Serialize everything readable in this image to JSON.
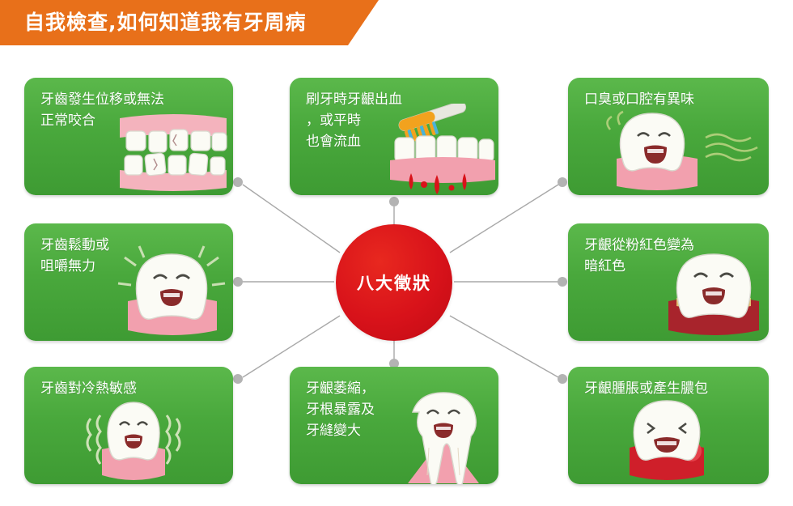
{
  "header": {
    "title": "自我檢查,如何知道我有牙周病",
    "bg_color": "#e8701a",
    "text_color": "#ffffff"
  },
  "center": {
    "label": "八大徵狀",
    "color": "#d8121a",
    "text_color": "#ffffff"
  },
  "theme": {
    "card_color": "#49a83c",
    "card_text_color": "#ffffff",
    "line_color": "#9a9a9a",
    "node_color": "#b3b3b3",
    "background": "#ffffff"
  },
  "cards": [
    {
      "id": "card-tooth-shift",
      "label": "牙齒發生位移或無法\n正常咬合",
      "icon": "misaligned-teeth-icon"
    },
    {
      "id": "card-gum-bleeding",
      "label": "刷牙時牙齦出血\n，或平時\n也會流血",
      "icon": "toothbrush-bleeding-gums-icon"
    },
    {
      "id": "card-bad-breath",
      "label": "口臭或口腔有異味",
      "icon": "bad-breath-tooth-icon"
    },
    {
      "id": "card-loose-teeth",
      "label": "牙齒鬆動或\n咀嚼無力",
      "icon": "loose-tooth-icon"
    },
    {
      "id": "card-gum-color",
      "label": "牙齦從粉紅色變為\n暗紅色",
      "icon": "dark-red-gum-tooth-icon"
    },
    {
      "id": "card-cold-hot-sensitive",
      "label": "牙齒對冷熱敏感",
      "icon": "sensitive-tooth-icon"
    },
    {
      "id": "card-gum-recession",
      "label": "牙齦萎縮，\n牙根暴露及\n牙縫變大",
      "icon": "receding-gum-tooth-icon"
    },
    {
      "id": "card-gum-swelling",
      "label": "牙齦腫脹或產生膿包",
      "icon": "swollen-gum-abscess-icon"
    }
  ]
}
